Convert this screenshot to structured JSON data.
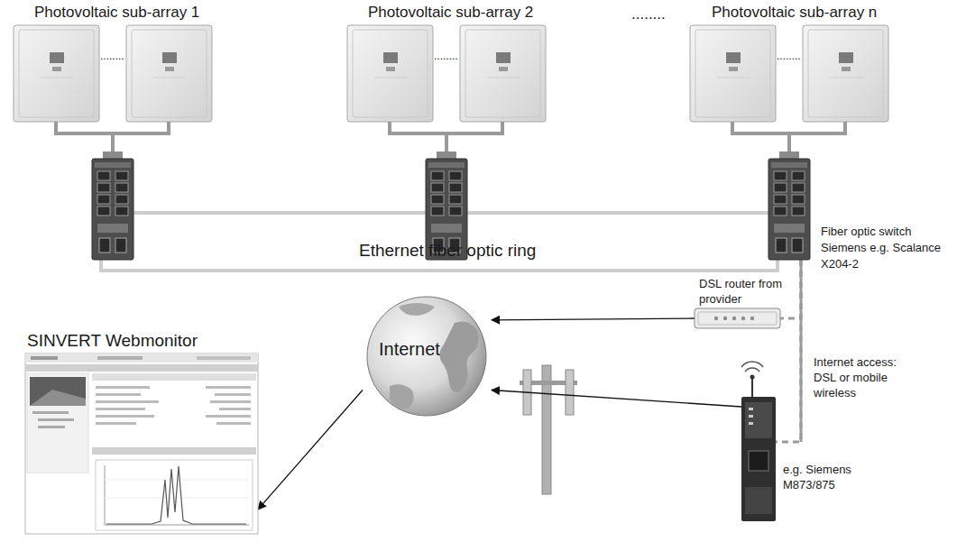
{
  "diagram": {
    "nodes": [
      {
        "text": [
          "Photovoltaic sub-array 1"
        ]
      },
      {
        "text": [
          "Photovoltaic sub-array 2"
        ]
      },
      {
        "text": [
          "Photovoltaic sub-array n"
        ]
      },
      {
        "text": [
          "Fiber optic switch Siemens e.g. Scalance X204-2"
        ]
      },
      {
        "text": [
          "DSL router from provider"
        ]
      },
      {
        "text": [
          "Internet"
        ]
      },
      {
        "text": [
          "e.g. Siemens M873/875"
        ]
      },
      {
        "text": [
          "SINVERT Webmonitor"
        ]
      }
    ],
    "edges": [
      {
        "from": 2,
        "to": 3,
        "arrow": "none"
      },
      {
        "from": 3,
        "to": 4,
        "arrow": "none"
      },
      {
        "from": 3,
        "to": 6,
        "arrow": "none"
      },
      {
        "from": 4,
        "to": 5,
        "arrow": "to"
      },
      {
        "from": 6,
        "to": 5,
        "arrow": "to"
      },
      {
        "from": 5,
        "to": 7,
        "arrow": "to"
      }
    ],
    "labels": [
      "........",
      "........",
      "........",
      "........",
      "Ethernet fiber optic ring",
      "Internet access: DSL or mobile wireless"
    ]
  }
}
